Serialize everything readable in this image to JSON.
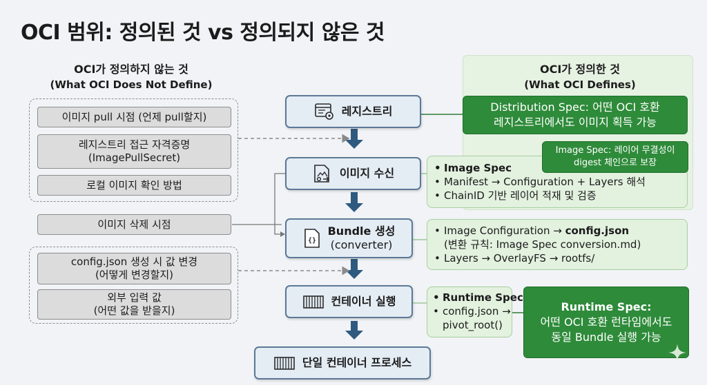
{
  "title": "OCI 범위: 정의된 것 vs 정의되지 않은 것",
  "left_heading": {
    "line1": "OCI가 정의하지 않는 것",
    "line2": "(What OCI Does Not Define)"
  },
  "right_heading": {
    "line1": "OCI가 정의한 것",
    "line2": "(What OCI Defines)"
  },
  "undefined_items": [
    {
      "lines": [
        "이미지 pull 시점 (언제 pull할지)"
      ]
    },
    {
      "lines": [
        "레지스트리 접근 자격증명",
        "(ImagePullSecret)"
      ]
    },
    {
      "lines": [
        "로컬 이미지 확인 방법"
      ]
    },
    {
      "lines": [
        "이미지 삭제 시점"
      ]
    },
    {
      "lines": [
        "config.json 생성 시 값 변경",
        "(어떻게 변경할지)"
      ]
    },
    {
      "lines": [
        "외부 입력 값",
        "(어떤 값을 받을지)"
      ]
    }
  ],
  "flow": [
    {
      "label": "레지스트리",
      "sub": "",
      "icon": "registry-settings-icon"
    },
    {
      "label": "이미지 수신",
      "sub": "",
      "icon": "image-download-icon"
    },
    {
      "label": "Bundle 생성",
      "sub": "(converter)",
      "icon": "code-file-icon"
    },
    {
      "label": "컨테이너 실행",
      "sub": "",
      "icon": "container-icon"
    },
    {
      "label": "단일 컨테이너 프로세스",
      "sub": "",
      "icon": "container-icon"
    }
  ],
  "details": {
    "image": [
      "Image Spec",
      "Manifest → Configuration + Layers 해석",
      "ChainID 기반 레이어 적재 및 검증"
    ],
    "bundle": [
      {
        "pre": "Image Configuration → ",
        "bold": "config.json"
      },
      {
        "pre": "(변환 규칙: Image Spec conversion.md)",
        "bold": ""
      },
      {
        "pre": "Layers → OverlayFS → rootfs/",
        "bold": ""
      }
    ],
    "runtime": [
      "Runtime Spec",
      "config.json →",
      "pivot_root()"
    ]
  },
  "specs": {
    "distribution": [
      "Distribution Spec: 어떤 OCI 호환",
      "레지스트리에서도 이미지 획득 가능"
    ],
    "image": [
      "Image Spec: 레이어 무결성이",
      "digest 체인으로 보장"
    ],
    "runtime": [
      "Runtime Spec:",
      "어떤 OCI 호환 런타임에서도",
      "동일 Bundle 실행 가능"
    ]
  },
  "colors": {
    "flow_border": "#5b7896",
    "flow_bg": "#e4ecf4",
    "spec_green": "#2e8b3a",
    "light_green": "#e3f1df",
    "arrow": "#2f5a80"
  }
}
